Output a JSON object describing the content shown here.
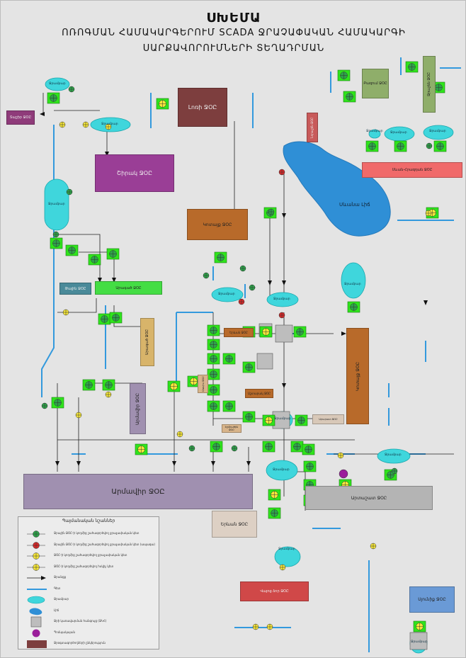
{
  "header": {
    "title": "ՍԽԵՄԱ",
    "subtitle_line1": "ՈՌՈԳՄԱՆ ՀԱՄԱԿԱՐԳԵՐՈՒՄ SCADA ՋՐԱՉԱՓԱԿԱՆ ՀԱՄԱԿԱՐԳԻ",
    "subtitle_line2": "ՍԱՐՔԱՎՈՐՈՒՄՆԵՐԻ ՏԵՂԱԴՐՄԱՆ"
  },
  "colors": {
    "background": "#e4e4e4",
    "pipe": "#3399dd",
    "reservoir": "#3fd6dc",
    "device_bg": "#2fe41c",
    "meter_green": "#2ea24a",
    "meter_red": "#d62a2a",
    "meter_yellow": "#f5e63a",
    "lake": "#2f8fd6",
    "pump": "#9b1e9b"
  },
  "org_boxes": [
    {
      "id": "a",
      "label": "Լոռի ՋՕԸ",
      "color": "#7d3e3e"
    },
    {
      "id": "b",
      "label": "Տաշիր ՋՕԸ",
      "color": "#8f3b7a"
    },
    {
      "id": "c",
      "label": "Շիրակ ՋՕԸ",
      "color": "#9a3e96"
    },
    {
      "id": "d",
      "label": "Բազում ՋՕԸ",
      "color": "#8fae6a"
    },
    {
      "id": "e",
      "label": "Ջրաշեն ՋՕԸ",
      "color": "#8fae6a"
    },
    {
      "id": "f",
      "label": "Նորաշեն ՋՕԸ",
      "color": "#c85a5a"
    },
    {
      "id": "g",
      "label": "Սևան-Հրազդան ՋՕԸ",
      "color": "#f06a6a"
    },
    {
      "id": "h",
      "label": "Կոտայք ՋՕԸ",
      "color": "#b86a2a"
    },
    {
      "id": "i",
      "label": "Թալին ՋՕԸ",
      "color": "#4a8a99"
    },
    {
      "id": "j",
      "label": "Արագած ՋՕԸ",
      "color": "#44dd44"
    },
    {
      "id": "k",
      "label": "Արագած ՋՕԸ",
      "color": "#d8b46a"
    },
    {
      "id": "l",
      "label": "Երևան ՋՕԸ",
      "color": "#b86a2a"
    },
    {
      "id": "m",
      "label": "Կոտայք ՋՕԸ",
      "color": "#b86a2a"
    },
    {
      "id": "n",
      "label": "Արմավիր ՋՕԸ",
      "color": "#a090b0"
    },
    {
      "id": "o",
      "label": "Մասիս ՋՕԸ",
      "color": "#d8b48a"
    },
    {
      "id": "p",
      "label": "Աշտարակ ՋՕԸ",
      "color": "#b86a2a"
    },
    {
      "id": "q",
      "label": "Արմավիր ՋՕԸ",
      "color": "#a090b0"
    },
    {
      "id": "r",
      "label": "Էջմիածին ՋՕԸ",
      "color": "#d8b48a"
    },
    {
      "id": "s",
      "label": "Արարատ ՋՕԸ",
      "color": "#d8c8b8"
    },
    {
      "id": "t",
      "label": "Երևան ՋՕԸ",
      "color": "#ddd0c4"
    },
    {
      "id": "u",
      "label": "Արտաշատ ՋՕԸ",
      "color": "#b4b4b4"
    },
    {
      "id": "v",
      "label": "Վայոց ձոր ՋՕԸ",
      "color": "#d04848"
    },
    {
      "id": "w",
      "label": "Սյունիք ՋՕԸ",
      "color": "#6a9ad6"
    }
  ],
  "lake": {
    "label": "Սևանա Լիճ"
  },
  "reservoirs": [
    {
      "id": "r1",
      "label": "Ջրամբար"
    },
    {
      "id": "r2",
      "label": "Ջրամբար"
    },
    {
      "id": "r3",
      "label": "Ջրամբար"
    },
    {
      "id": "r4",
      "label": "Ջրամբար"
    },
    {
      "id": "r5",
      "label": "Ջրամբար"
    },
    {
      "id": "r6",
      "label": "Ջրամբար"
    },
    {
      "id": "r7",
      "label": "Ջրամբար"
    },
    {
      "id": "r8",
      "label": "Ջրամբար"
    },
    {
      "id": "r9",
      "label": "Ջրամբար"
    },
    {
      "id": "r10",
      "label": "Ջրամբար"
    },
    {
      "id": "r11",
      "label": "Ջրամբար"
    },
    {
      "id": "r12",
      "label": "Ջրամբար"
    },
    {
      "id": "r13",
      "label": "Ջրամբար"
    },
    {
      "id": "r14",
      "label": "Ջրամբար"
    }
  ],
  "legend": {
    "title": "Պայմանական նշաններ",
    "items": [
      {
        "symbol": "green-meter",
        "text": "Ջրային ՋՕԸ-ի կողմից շահագործվող ջրաչափական կետ"
      },
      {
        "symbol": "red-meter",
        "text": "Ջրային ՋՕԸ-ի կողմից շահագործվող ջրաչափական կետ (ապագա)"
      },
      {
        "symbol": "yellow-meter",
        "text": "ՋՕԸ-ի կողմից շահագործվող ջրաչափական կետ"
      },
      {
        "symbol": "yellow-meter-boxed",
        "text": "ՋՕԸ-ի կողմից շահագործվող հսկիչ կետ"
      },
      {
        "symbol": "arrow",
        "text": "Ջրանցք"
      },
      {
        "symbol": "pipe",
        "text": "Գետ"
      },
      {
        "symbol": "reservoir",
        "text": "Ջրամբար"
      },
      {
        "symbol": "lake",
        "text": "Լիճ"
      },
      {
        "symbol": "grid",
        "text": "Ջրի կառավարման հանգույց (ՋԿՀ)"
      },
      {
        "symbol": "pump",
        "text": "Պոմպակայան"
      },
      {
        "symbol": "org",
        "text": "Ջրօգտագործողների ընկերություն"
      }
    ]
  }
}
